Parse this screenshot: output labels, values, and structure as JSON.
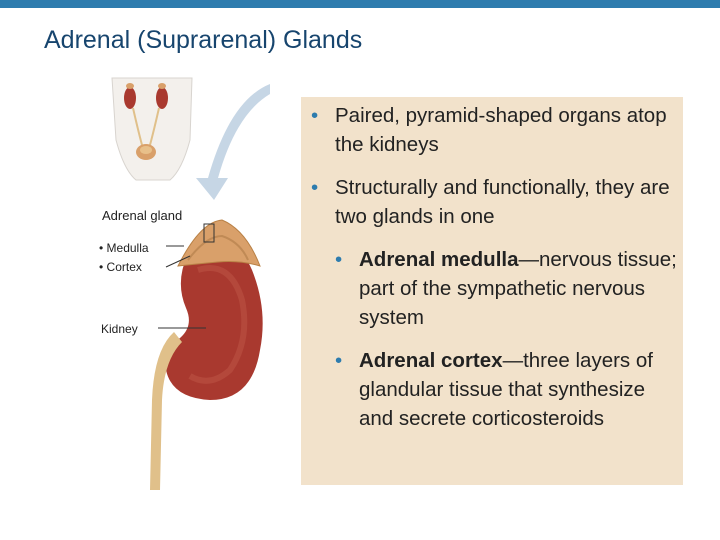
{
  "slide": {
    "title": "Adrenal (Suprarenal) Glands"
  },
  "figure": {
    "labels": {
      "adrenal_gland": "Adrenal gland",
      "medulla": "• Medulla",
      "cortex": "• Cortex",
      "kidney": "Kidney"
    }
  },
  "bullets": [
    {
      "text": "Paired, pyramid-shaped organs atop the kidneys"
    },
    {
      "text": "Structurally and functionally, they are two glands in one"
    },
    {
      "term": "Adrenal medulla",
      "text": "—nervous tissue; part of the sympathetic nervous system"
    },
    {
      "term": "Adrenal cortex",
      "text": "—three layers of glandular tissue that synthesize and secrete corticosteroids"
    }
  ],
  "colors": {
    "top_bar": "#2e7cae",
    "title": "#17456e",
    "text_box": "#f2e2cb",
    "kidney": "#a9392f",
    "adrenal": "#d9a06a",
    "ureter": "#e0c08a"
  }
}
